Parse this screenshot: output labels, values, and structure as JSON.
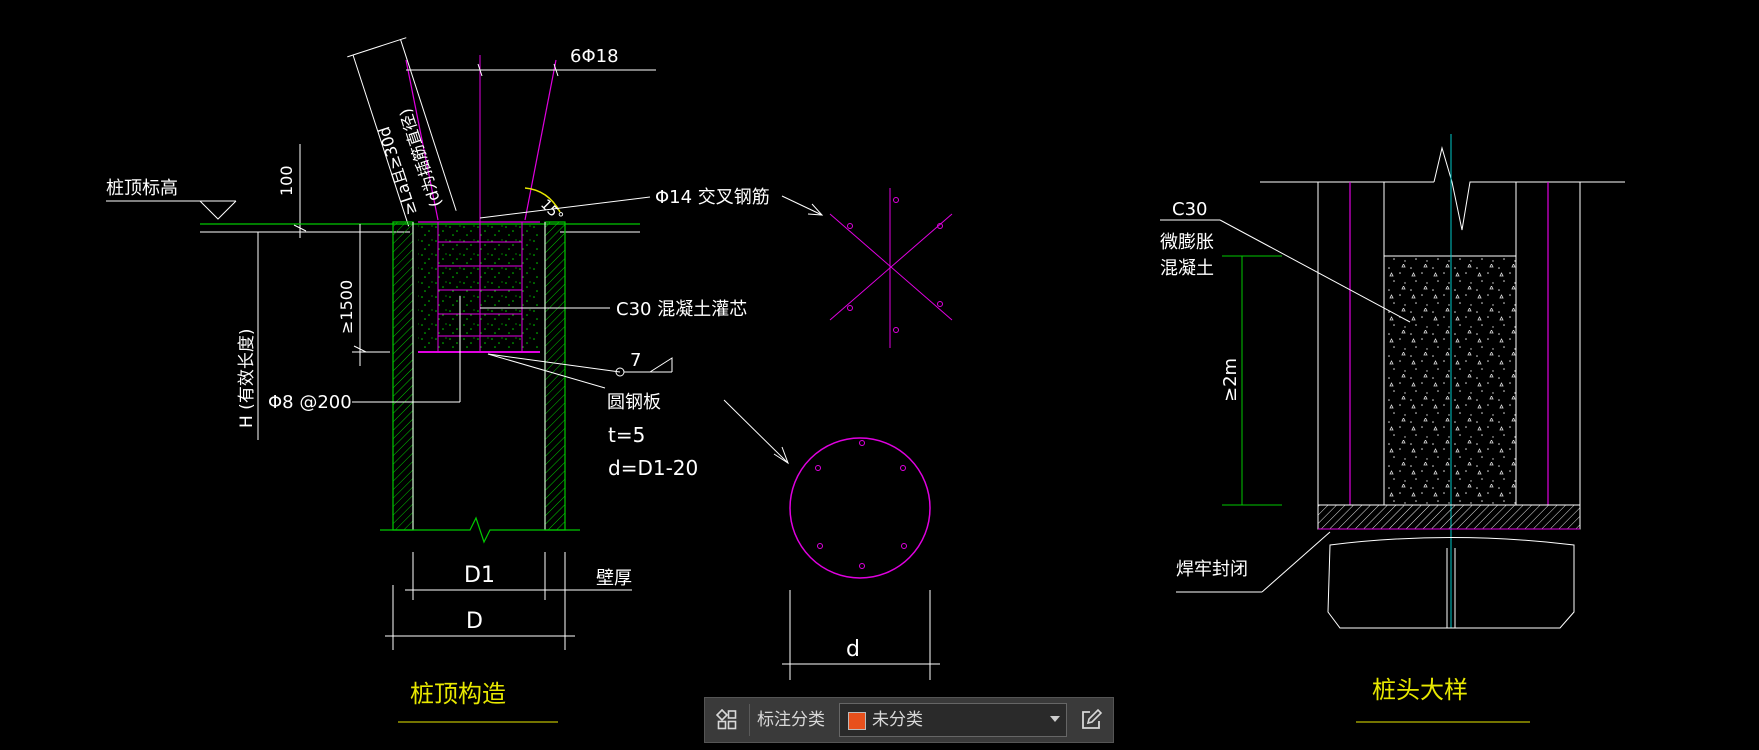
{
  "drawing": {
    "labels": {
      "rebar_6": "6Φ18",
      "anchor_length": "≥La且≥30d",
      "anchor_note": "(d为插筋直径)",
      "dim_100": "100",
      "pile_top_elevation": "桩顶标高",
      "angle": "15°",
      "cross_rebar": "Φ14 交叉钢筋",
      "dim_1500": "≥1500",
      "effective_length": "H (有效长度)",
      "c30_core": "C30 混凝土灌芯",
      "weld_size": "7",
      "stirrup": "Φ8 @200",
      "round_plate": "圆钢板",
      "plate_t": "t=5",
      "plate_d": "d=D1-20",
      "dim_D1": "D1",
      "wall_thickness": "壁厚",
      "dim_D": "D",
      "dim_d": "d",
      "c30_micro_1": "C30",
      "c30_micro_2": "微膨胀",
      "c30_micro_3": "混凝土",
      "dim_2m": "≥2m",
      "weld_seal": "焊牢封闭"
    },
    "titles": {
      "pile_top": "桩顶构造",
      "pile_head": "桩头大样"
    }
  },
  "toolbar": {
    "label": "标注分类",
    "selected": "未分类",
    "swatch_color": "#e8501c"
  },
  "colors": {
    "white": "#ffffff",
    "magenta": "#e000e0",
    "green": "#00c800",
    "yellow": "#e8e800",
    "cyan": "#00c8c8",
    "background": "#000000"
  },
  "icons": {
    "grid": "grid-icon",
    "edit": "edit-icon",
    "dropdown": "chevron-down-icon"
  }
}
